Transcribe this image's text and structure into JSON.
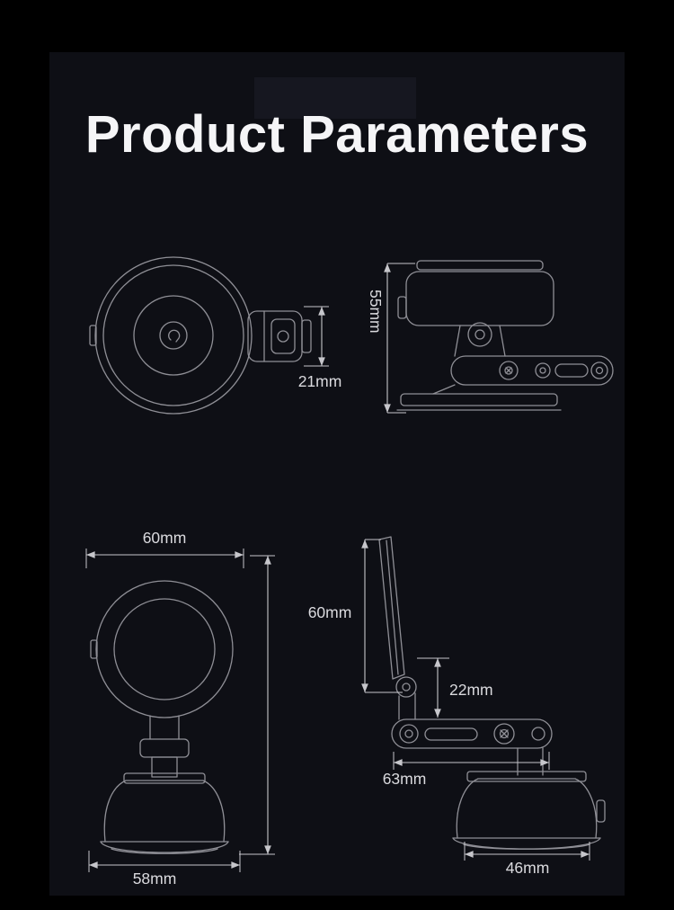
{
  "title": "Product Parameters",
  "colors": {
    "background": "#000000",
    "panel": "#0e0f15",
    "line": "#8f8f96",
    "dimension": "#c6c6cb",
    "label": "#dadade",
    "title": "#f5f5f7"
  },
  "views": {
    "front_head": {
      "dims": {
        "arm_height": "21mm"
      }
    },
    "side_head": {
      "dims": {
        "total_height": "55mm"
      }
    },
    "front_stand": {
      "dims": {
        "ring_width": "60mm",
        "base_width": "58mm"
      }
    },
    "side_stand": {
      "dims": {
        "plate_height": "60mm",
        "hinge_offset": "22mm",
        "arm_length": "63mm",
        "base_width": "46mm"
      }
    }
  }
}
